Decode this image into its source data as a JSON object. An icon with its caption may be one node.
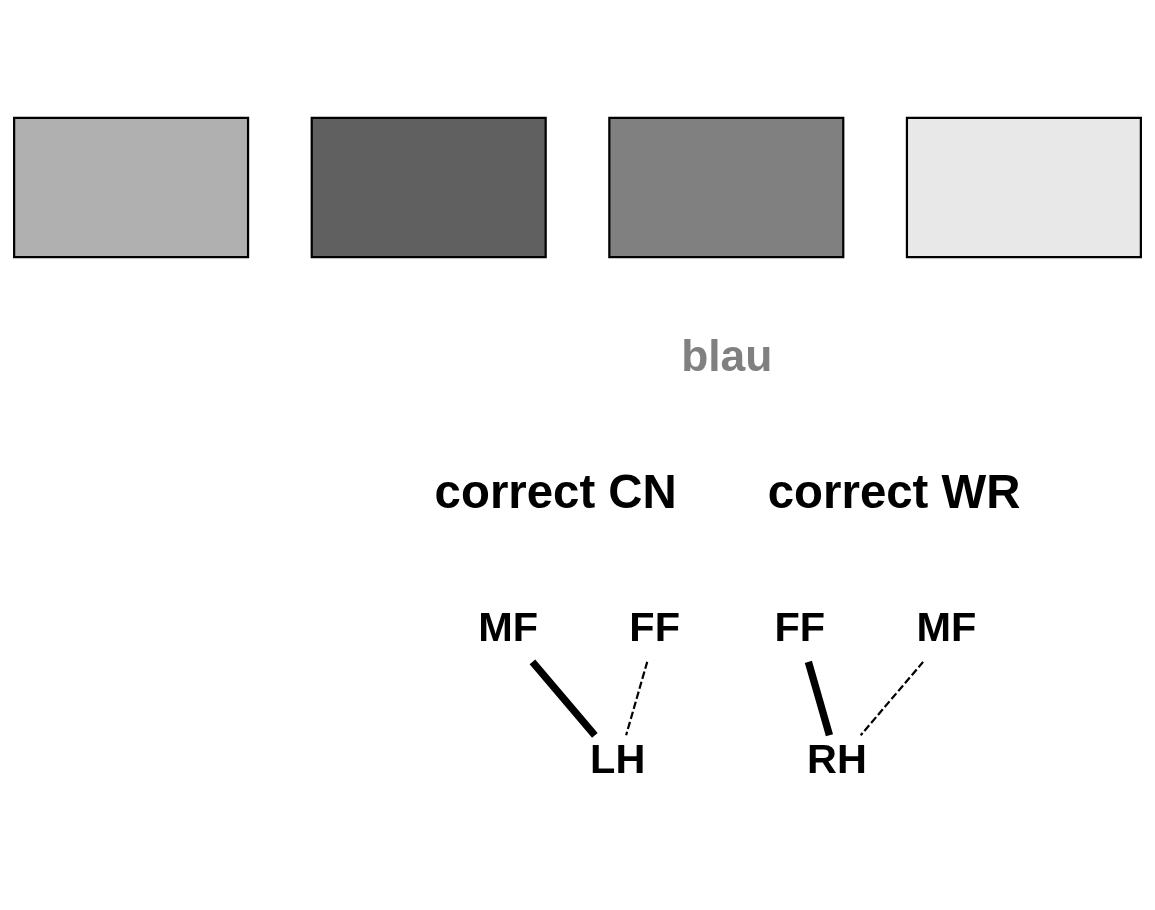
{
  "diagram": {
    "nodes": [
      {
        "text": [],
        "shape": "bar"
      },
      {
        "text": [],
        "shape": "bar"
      },
      {
        "text": [],
        "shape": "bar"
      },
      {
        "text": [],
        "shape": "bar"
      },
      {
        "text": [
          "MF"
        ]
      },
      {
        "text": [
          "FF"
        ]
      },
      {
        "text": [
          "LH"
        ]
      },
      {
        "text": [
          "FF"
        ]
      },
      {
        "text": [
          "MF"
        ]
      },
      {
        "text": [
          "RH"
        ]
      }
    ],
    "edges": [
      {
        "from": 4,
        "to": 6,
        "arrow": "none",
        "style": "thick"
      },
      {
        "from": 5,
        "to": 6,
        "arrow": "none",
        "style": "dashed"
      },
      {
        "from": 7,
        "to": 9,
        "arrow": "none",
        "style": "thick"
      },
      {
        "from": 8,
        "to": 9,
        "arrow": "none",
        "style": "dashed"
      }
    ],
    "labels": [
      "blau",
      "correct CN",
      "correct WR"
    ]
  }
}
